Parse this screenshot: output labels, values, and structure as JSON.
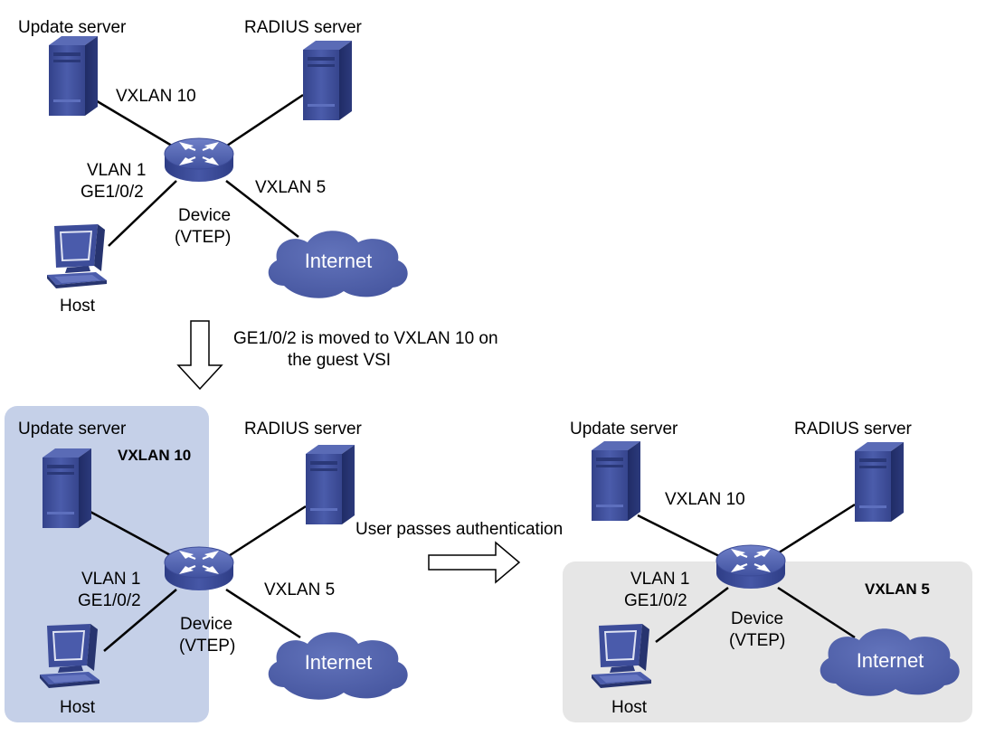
{
  "top": {
    "update_server": "Update server",
    "radius_server": "RADIUS server",
    "vxlan_update": "VXLAN 10",
    "vxlan_internet": "VXLAN 5",
    "host_vlan": "VLAN 1",
    "host_port": "GE1/0/2",
    "device_name": "Device",
    "device_role": "(VTEP)",
    "internet": "Internet",
    "host": "Host"
  },
  "transition_down": {
    "line1": "GE1/0/2 is moved to VXLAN 10 on",
    "line2": "the guest VSI"
  },
  "bottom_left": {
    "update_server": "Update server",
    "radius_server": "RADIUS server",
    "group_label": "VXLAN 10",
    "vxlan_internet": "VXLAN 5",
    "host_vlan": "VLAN 1",
    "host_port": "GE1/0/2",
    "device_name": "Device",
    "device_role": "(VTEP)",
    "internet": "Internet",
    "host": "Host"
  },
  "transition_right": {
    "label": "User passes authentication"
  },
  "bottom_right": {
    "update_server": "Update server",
    "radius_server": "RADIUS server",
    "vxlan_update": "VXLAN 10",
    "group_label": "VXLAN 5",
    "host_vlan": "VLAN 1",
    "host_port": "GE1/0/2",
    "device_name": "Device",
    "device_role": "(VTEP)",
    "internet": "Internet",
    "host": "Host"
  },
  "colors": {
    "guest_group_fill": "#c5d0e8",
    "auth_group_fill": "#e6e6e6",
    "node_blue": "#4a5ba8",
    "node_dark": "#2c3a80",
    "cloud_fill": "#4f5fa9"
  },
  "icons": {
    "server": "server-icon",
    "switch": "switch-icon",
    "host": "host-computer-icon",
    "cloud": "cloud-icon",
    "arrow": "hollow-arrow-icon"
  }
}
